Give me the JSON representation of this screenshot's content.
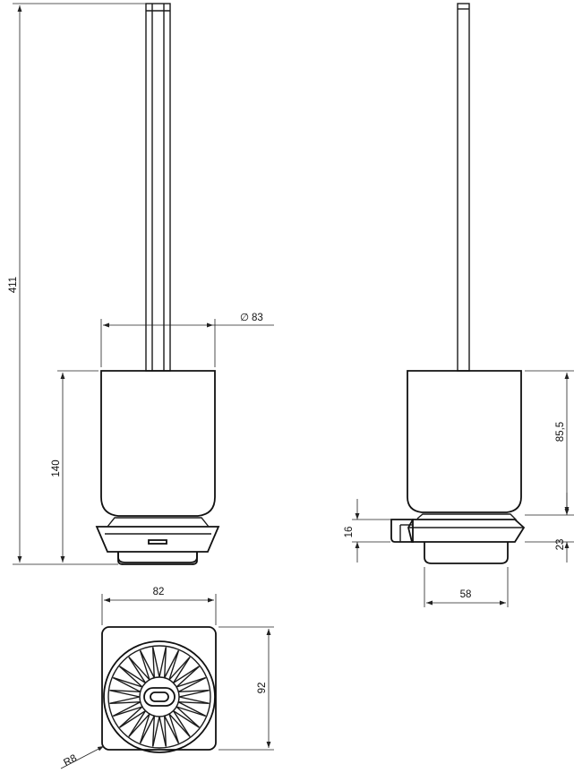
{
  "dimensions": {
    "total_height": "411",
    "diameter_symbol": "∅",
    "diameter_value": "83",
    "holder_height": "140",
    "side_height": "85,5",
    "lip_height": "16",
    "lower_height": "23",
    "lower_width": "58",
    "top_width": "82",
    "top_depth": "92",
    "corner_radius": "R8"
  },
  "colors": {
    "line": "#1a1a1a",
    "background": "#ffffff"
  }
}
